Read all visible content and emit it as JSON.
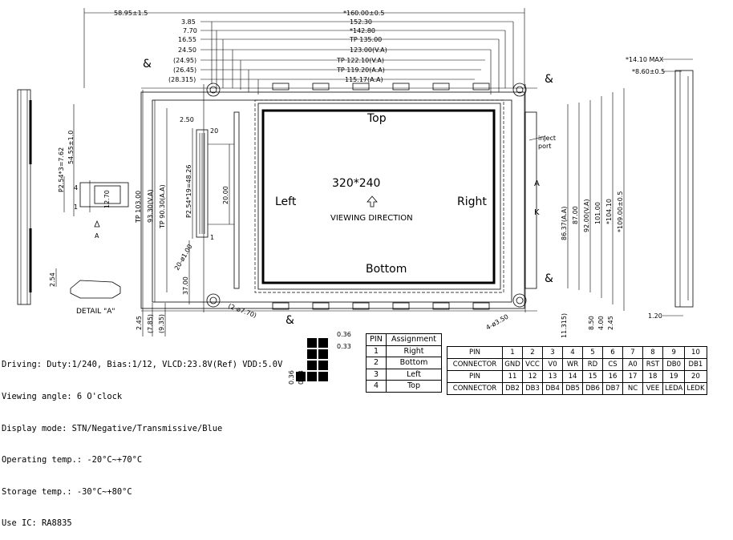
{
  "dims_top": [
    "58.95±1.5",
    "*160.00±0.5",
    "3.85",
    "152.30",
    "7.70",
    "*142.80",
    "16.55",
    "TP 135.00",
    "24.50",
    "123.00(V.A)",
    "(24.95)",
    "TP 122.10(V.A)",
    "(26.45)",
    "TP 119.20(A.A)",
    "(28.315)",
    "115.17(A.A)"
  ],
  "dims_left": [
    "P2.54*3=7.62",
    "54.55±1.0",
    "12.70",
    "TP 103.00",
    "93.30(V.A)",
    "TP 90.30(A.A)",
    "P2.54*19=48.26",
    "20.00",
    "20-ø1.00",
    "37.00",
    "2.50",
    "20",
    "1",
    "4",
    "1"
  ],
  "dims_right": [
    "86.37(A.A)",
    "87.00",
    "92.00(V.A)",
    "101.00",
    "*104.10",
    "*109.00±0.5",
    "11.315)",
    "8.50",
    "4.00",
    "2.45"
  ],
  "dims_bottom": [
    "2.45",
    "(7.85)",
    "(9.35)",
    "(2-ø7.70)",
    "4-ø3.50"
  ],
  "dims_side": [
    "*14.10 MAX",
    "*8.60±0.5",
    "1.20"
  ],
  "dims_small": [
    "2.54",
    "0.36",
    "0.33",
    "0.36",
    "0.33"
  ],
  "labels": {
    "top": "Top",
    "bottom": "Bottom",
    "left": "Left",
    "right": "Right",
    "resolution": "320*240",
    "viewing": "VIEWING DIRECTION",
    "inject": "inject",
    "port": "port",
    "a": "A",
    "k": "K",
    "detail": "DETAIL \"A\"",
    "arrow_a": "A",
    "amp": "&"
  },
  "specs": [
    "Driving: Duty:1/240, Bias:1/12, VLCD:23.8V(Ref) VDD:5.0V",
    "Viewing angle: 6 O'clock",
    "Display mode: STN/Negative/Transmissive/Blue",
    "Operating temp.: -20°C~+70°C",
    "Storage temp.: -30°C~+80°C",
    "Use IC: RA8835"
  ],
  "pin_table": {
    "headers": [
      "PIN",
      "Assignment"
    ],
    "rows": [
      [
        "1",
        "Right"
      ],
      [
        "2",
        "Bottom"
      ],
      [
        "3",
        "Left"
      ],
      [
        "4",
        "Top"
      ]
    ]
  },
  "connector_table": {
    "row1_label": "PIN",
    "row1": [
      "1",
      "2",
      "3",
      "4",
      "5",
      "6",
      "7",
      "8",
      "9",
      "10"
    ],
    "row2_label": "CONNECTOR",
    "row2": [
      "GND",
      "VCC",
      "V0",
      "WR",
      "RD",
      "CS",
      "A0",
      "RST",
      "DB0",
      "DB1"
    ],
    "row3_label": "PIN",
    "row3": [
      "11",
      "12",
      "13",
      "14",
      "15",
      "16",
      "17",
      "18",
      "19",
      "20"
    ],
    "row4_label": "CONNECTOR",
    "row4": [
      "DB2",
      "DB3",
      "DB4",
      "DB5",
      "DB6",
      "DB7",
      "NC",
      "VEE",
      "LEDA",
      "LEDK"
    ]
  }
}
